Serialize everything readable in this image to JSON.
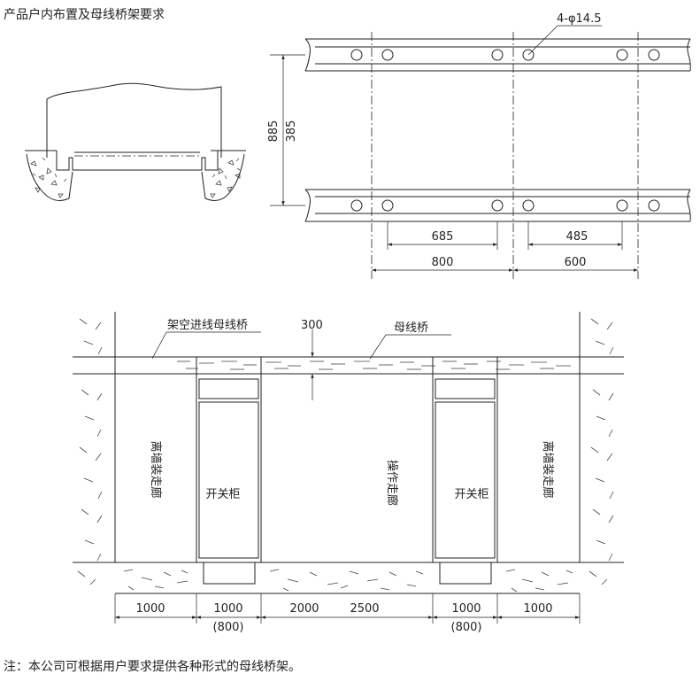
{
  "heading": "产品户内布置及母线桥架要求",
  "note": "注：本公司可根据用户要求提供各种形式的母线桥架。",
  "top_plan": {
    "hole_label": "4-φ14.5",
    "dim_885": "885",
    "dim_385": "385",
    "dim_685": "685",
    "dim_485": "485",
    "dim_800": "800",
    "dim_600": "600"
  },
  "room_section": {
    "overhead_bus_label": "架空进线母线桥",
    "bus_bridge_label": "母线桥",
    "dim_300": "300",
    "corridor_left": "离墙装走廊",
    "corridor_right": "离墙装走廊",
    "cabinet_left": "开关柜",
    "cabinet_right": "开关柜",
    "operation_corridor": "操作走廊",
    "dims": [
      "1000",
      "1000",
      "2000",
      "2500",
      "1000",
      "1000"
    ],
    "dims_alt": [
      "(800)",
      "(800)"
    ]
  }
}
